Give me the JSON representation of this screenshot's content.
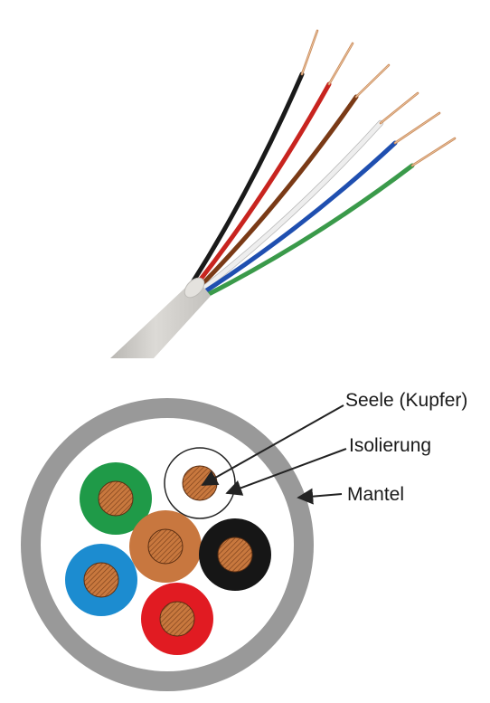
{
  "labels": {
    "core": "Seele (Kupfer)",
    "insulation": "Isolierung",
    "sheath": "Mantel"
  },
  "colors": {
    "sheath": "#999999",
    "filler": "#ffffff",
    "copper": "#c8783e",
    "copper_hatch": "#7a3f1a",
    "arrow": "#222222",
    "insulation_white": "#ffffff",
    "insulation_green": "#1f9a48",
    "insulation_brown": "#c8773f",
    "insulation_black": "#161616",
    "insulation_blue": "#1c8cd0",
    "insulation_red": "#e11b22",
    "cable_jacket": "#d2d0cc"
  },
  "wires": [
    {
      "name": "black",
      "color": "#1a1a1a"
    },
    {
      "name": "red",
      "color": "#c8241f"
    },
    {
      "name": "brown",
      "color": "#7a3a16"
    },
    {
      "name": "white",
      "color": "#eeeeee"
    },
    {
      "name": "blue",
      "color": "#1f4fb0"
    },
    {
      "name": "green",
      "color": "#3a9a4a"
    }
  ],
  "conductors": [
    {
      "name": "white"
    },
    {
      "name": "green"
    },
    {
      "name": "brown"
    },
    {
      "name": "black"
    },
    {
      "name": "blue"
    },
    {
      "name": "red"
    }
  ]
}
